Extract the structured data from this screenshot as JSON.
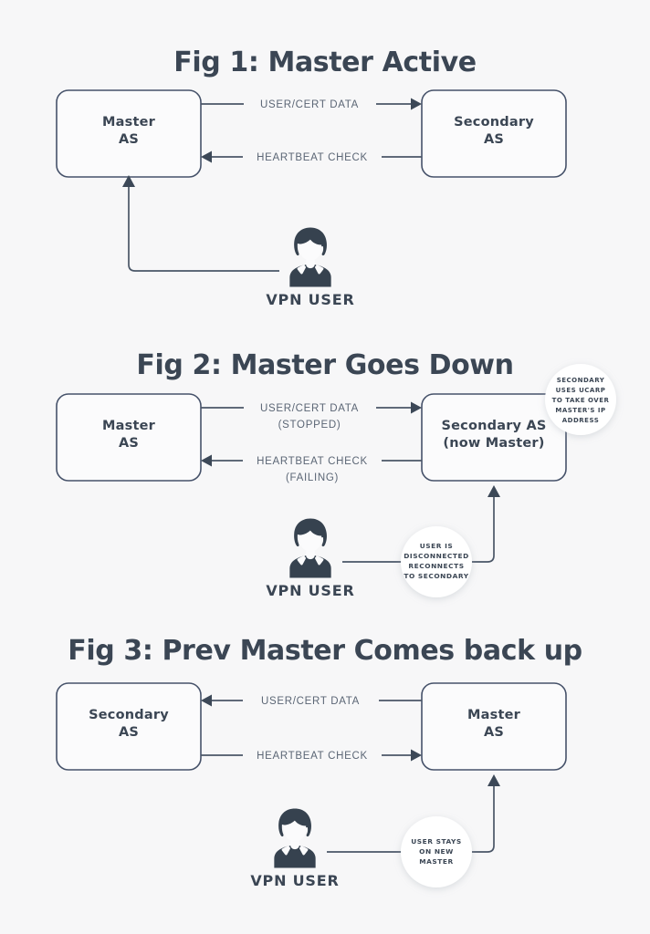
{
  "page": {
    "background_color": "#f7f7f8",
    "ink_color": "#3b4654",
    "line_color": "#4a5667",
    "box_fill": "#fbfbfc"
  },
  "figures": [
    {
      "id": "fig-1",
      "title": "Fig 1: Master Active",
      "left_node": {
        "line1": "Master",
        "line2": "AS"
      },
      "right_node": {
        "line1": "Secondary",
        "line2": "AS"
      },
      "edges": [
        {
          "name": "user-cert-data",
          "label_line1": "USER/CERT DATA",
          "label_line2": "",
          "direction": "right"
        },
        {
          "name": "heartbeat-check",
          "label_line1": "HEARTBEAT CHECK",
          "label_line2": "",
          "direction": "left"
        }
      ],
      "actor": {
        "label": "VPN USER",
        "icon": "vpn-user-avatar-icon",
        "connects_to": "left_node"
      },
      "badges": []
    },
    {
      "id": "fig-2",
      "title": "Fig 2: Master Goes Down",
      "left_node": {
        "line1": "Master",
        "line2": "AS"
      },
      "right_node": {
        "line1": "Secondary AS",
        "line2": "(now Master)"
      },
      "edges": [
        {
          "name": "user-cert-data",
          "label_line1": "USER/CERT DATA",
          "label_line2": "(STOPPED)",
          "direction": "right"
        },
        {
          "name": "heartbeat-check",
          "label_line1": "HEARTBEAT CHECK",
          "label_line2": "(FAILING)",
          "direction": "left"
        }
      ],
      "actor": {
        "label": "VPN USER",
        "icon": "vpn-user-avatar-icon",
        "connects_to": "right_node"
      },
      "badges": [
        {
          "name": "ucarp-takeover-badge",
          "lines": [
            "SECONDARY",
            "USES UCARP",
            "TO TAKE OVER",
            "MASTER'S IP",
            "ADDRESS"
          ]
        },
        {
          "name": "user-reconnect-badge",
          "lines": [
            "USER IS",
            "DISCONNECTED",
            "RECONNECTS",
            "TO SECONDARY"
          ]
        }
      ]
    },
    {
      "id": "fig-3",
      "title": "Fig 3: Prev Master Comes back up",
      "left_node": {
        "line1": "Secondary",
        "line2": "AS"
      },
      "right_node": {
        "line1": "Master",
        "line2": "AS"
      },
      "edges": [
        {
          "name": "user-cert-data",
          "label_line1": "USER/CERT DATA",
          "label_line2": "",
          "direction": "left"
        },
        {
          "name": "heartbeat-check",
          "label_line1": "HEARTBEAT CHECK",
          "label_line2": "",
          "direction": "right"
        }
      ],
      "actor": {
        "label": "VPN USER",
        "icon": "vpn-user-avatar-icon",
        "connects_to": "right_node"
      },
      "badges": [
        {
          "name": "user-stays-badge",
          "lines": [
            "USER STAYS",
            "ON NEW",
            "MASTER"
          ]
        }
      ]
    }
  ]
}
